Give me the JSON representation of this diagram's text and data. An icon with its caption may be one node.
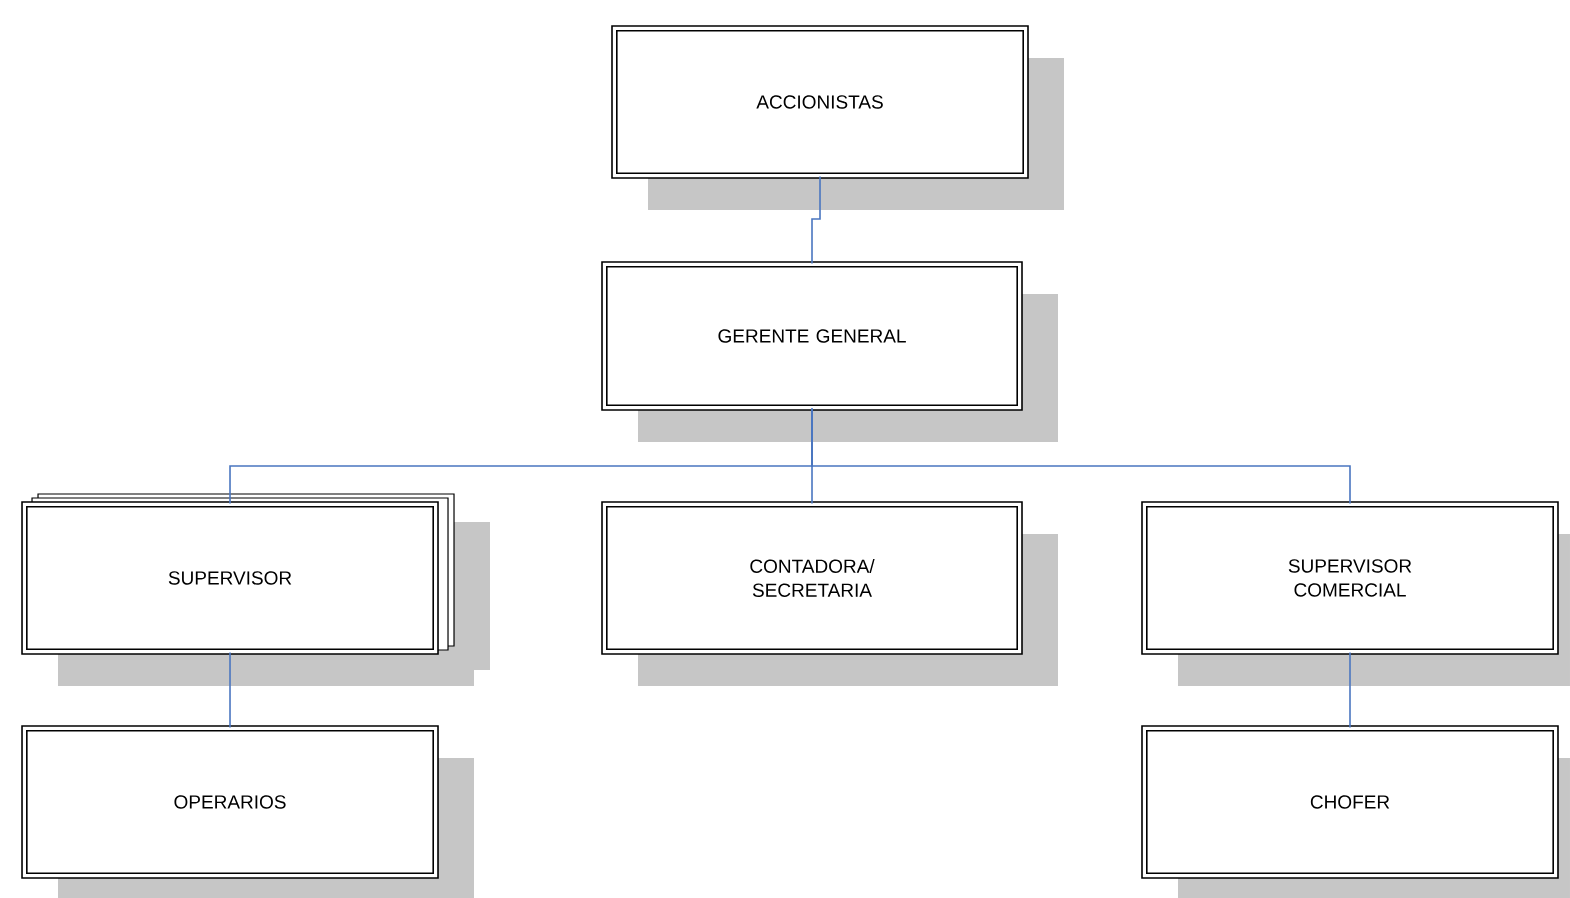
{
  "diagram": {
    "nodes": [
      {
        "text": [
          "ACCIONISTAS"
        ]
      },
      {
        "text": [
          "GERENTE GENERAL"
        ]
      },
      {
        "text": [
          "SUPERVISOR"
        ]
      },
      {
        "text": [
          "CONTADORA/ SECRETARIA"
        ]
      },
      {
        "text": [
          "SUPERVISOR COMERCIAL"
        ]
      },
      {
        "text": [
          "OPERARIOS"
        ]
      },
      {
        "text": [
          "CHOFER"
        ]
      }
    ],
    "edges": [
      {
        "from": 0,
        "to": 1,
        "arrow": "none"
      },
      {
        "from": 1,
        "to": 2,
        "arrow": "none"
      },
      {
        "from": 1,
        "to": 3,
        "arrow": "none"
      },
      {
        "from": 1,
        "to": 4,
        "arrow": "none"
      },
      {
        "from": 2,
        "to": 5,
        "arrow": "none"
      },
      {
        "from": 4,
        "to": 6,
        "arrow": "none"
      }
    ]
  }
}
